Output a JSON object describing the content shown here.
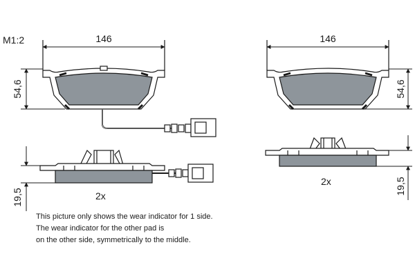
{
  "scale_label": "M1:2",
  "left_pad": {
    "width_dim": "146",
    "height_dim": "54,6",
    "thickness_dim": "19,5",
    "quantity": "2x"
  },
  "right_pad": {
    "width_dim": "146",
    "height_dim": "54,6",
    "thickness_dim": "19,5",
    "quantity": "2x"
  },
  "note_lines": [
    "This picture only shows the wear indicator for 1 side.",
    "The wear indicator for the other pad is",
    "on the other side, symmetrically to the middle."
  ],
  "colors": {
    "pad_fill": "#8e959b",
    "outline": "#1a1a1a"
  }
}
